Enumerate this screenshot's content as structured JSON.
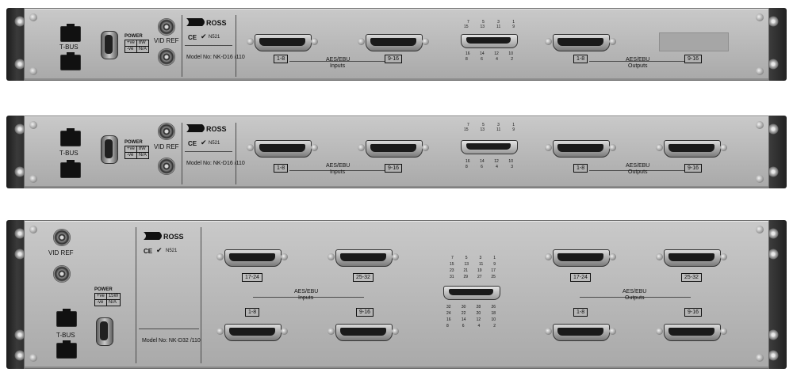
{
  "units": [
    {
      "model_text": "Model No: NK-D16 /110",
      "power": {
        "title": "POWER",
        "pos": "+ve",
        "neg": "-ve",
        "watt": "8W",
        "na": "N/A"
      },
      "tbus": "T-BUS",
      "vidref": "VID REF",
      "brand": "ROSS",
      "ce": "CE",
      "n521": "N521",
      "aes_inputs": "AES/EBU",
      "aes_inputs_sub": "Inputs",
      "aes_outputs": "AES/EBU",
      "aes_outputs_sub": "Outputs",
      "ranges": [
        "1-8",
        "9-16",
        "1-8",
        "9-16"
      ],
      "pin_top": [
        "7",
        "5",
        "3",
        "1",
        "15",
        "13",
        "11",
        "9"
      ],
      "pin_bottom": [
        "16",
        "14",
        "12",
        "10",
        "8",
        "6",
        "4",
        "2"
      ]
    },
    {
      "model_text": "Model No: NK-D16 /110",
      "power": {
        "title": "POWER",
        "pos": "+ve",
        "neg": "-ve",
        "watt": "8W",
        "na": "N/A"
      },
      "tbus": "T-BUS",
      "vidref": "VID REF",
      "brand": "ROSS",
      "ce": "CE",
      "n521": "N521",
      "aes_inputs": "AES/EBU",
      "aes_inputs_sub": "Inputs",
      "aes_outputs": "AES/EBU",
      "aes_outputs_sub": "Outputs",
      "ranges": [
        "1-8",
        "9-16",
        "1-8",
        "9-16"
      ],
      "pin_top": [
        "7",
        "5",
        "3",
        "1",
        "15",
        "13",
        "11",
        "9"
      ],
      "pin_bottom": [
        "16",
        "14",
        "12",
        "10",
        "8",
        "6",
        "4",
        "3"
      ]
    },
    {
      "model_text": "Model No: NK-D32 /110",
      "power": {
        "title": "POWER",
        "pos": "+ve",
        "neg": "-ve",
        "watt": "15W",
        "na": "N/A"
      },
      "tbus": "T-BUS",
      "vidref": "VID REF",
      "brand": "ROSS",
      "ce": "CE",
      "n521": "N521",
      "aes_inputs": "AES/EBU",
      "aes_inputs_sub": "Inputs",
      "aes_outputs": "AES/EBU",
      "aes_outputs_sub": "Outputs",
      "ranges_top": [
        "17-24",
        "25-32",
        "17-24",
        "25-32"
      ],
      "ranges_bottom": [
        "1-8",
        "9-16",
        "1-8",
        "9-16"
      ],
      "pin_top": [
        "7",
        "5",
        "3",
        "1",
        "15",
        "13",
        "11",
        "9",
        "23",
        "21",
        "19",
        "17",
        "31",
        "29",
        "27",
        "25"
      ],
      "pin_bottom": [
        "32",
        "30",
        "28",
        "26",
        "24",
        "22",
        "20",
        "18",
        "16",
        "14",
        "12",
        "10",
        "8",
        "6",
        "4",
        "2"
      ]
    }
  ]
}
